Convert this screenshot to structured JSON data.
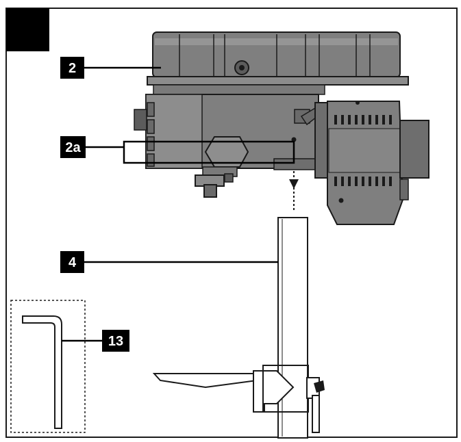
{
  "callouts": {
    "c2": "2",
    "c2a": "2a",
    "c4": "4",
    "c13": "13"
  },
  "colors": {
    "outline": "#1a1a1a",
    "machine_fill": "#7f7f7f",
    "machine_dark": "#5c5c5c",
    "machine_light": "#a3a3a3",
    "label_bg": "#000000"
  }
}
